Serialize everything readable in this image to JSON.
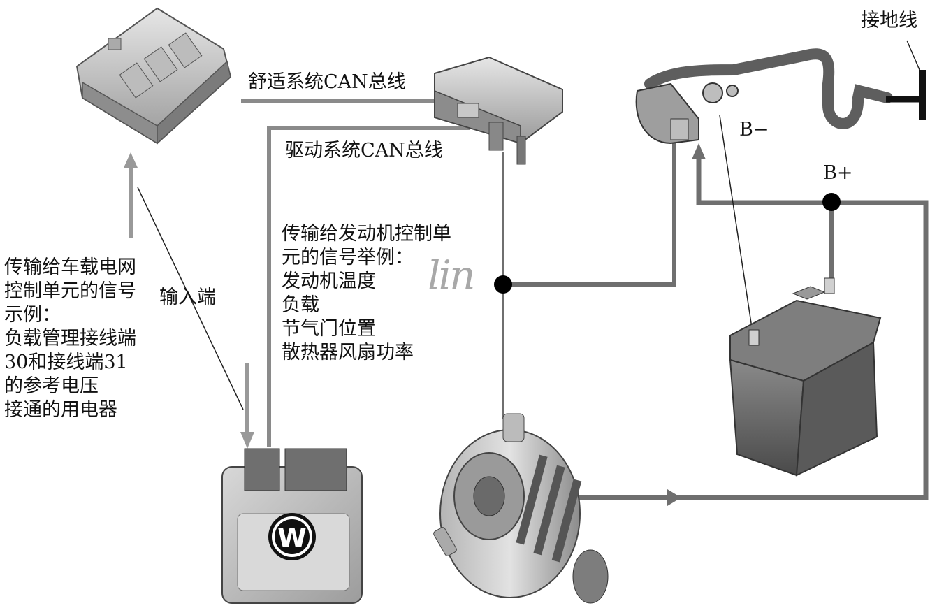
{
  "labels": {
    "comfort_can": "舒适系统CAN总线",
    "drive_can": "驱动系统CAN总线",
    "input": "输入端",
    "ground_wire": "接地线",
    "b_minus": "B−",
    "b_plus": "B+"
  },
  "engine_signals": {
    "title_lines": [
      "传输给发动机控制单",
      "元的信号举例："
    ],
    "items": [
      "发动机温度",
      "负载",
      "节气门位置",
      "散热器风扇功率"
    ]
  },
  "onboard_signals": {
    "lines": [
      "传输给车载电网",
      "控制单元的信号",
      "示例：",
      "负载管理接线端",
      "30和接线端31",
      "的参考电压",
      "接通的用电器"
    ]
  },
  "lin_logo": "lin",
  "colors": {
    "wire": "#888888",
    "wire_dark": "#6f6f6f",
    "node": "#000000",
    "component": "#c9c9c9"
  }
}
